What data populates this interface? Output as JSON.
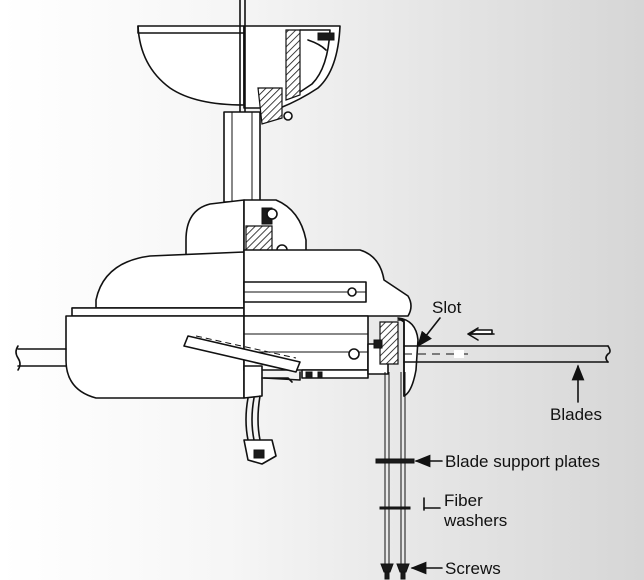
{
  "labels": {
    "slot": "Slot",
    "blades": "Blades",
    "blade_support_plates": "Blade support plates",
    "fiber_washers_line1": "Fiber",
    "fiber_washers_line2": "washers",
    "screws": "Screws"
  },
  "colors": {
    "line": "#111111",
    "background_left": "#ffffff",
    "background_right": "#d6d6d6"
  }
}
